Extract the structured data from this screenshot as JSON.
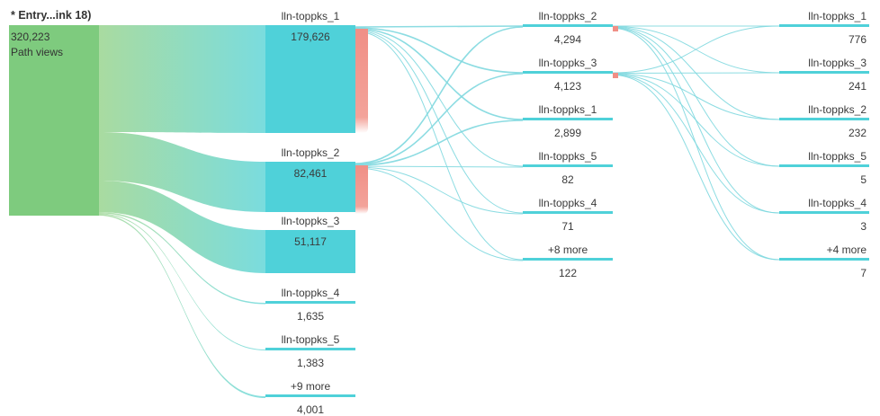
{
  "colors": {
    "root": "#7ecb7e",
    "node": "#4fd1d9",
    "node_light": "#a8e6ea",
    "link": "#7fd8df",
    "exit": "#f08f86",
    "text": "#3a3a3a"
  },
  "root": {
    "title": "* Entry...ink 18)",
    "value": "320,223",
    "caption": "Path views"
  },
  "chart_data": {
    "type": "flow",
    "root": {
      "label": "* Entry...ink 18)",
      "value": 320223,
      "caption": "Path views"
    },
    "columns": [
      {
        "nodes": [
          {
            "label": "lln-toppks_1",
            "value_text": "179,626",
            "value": 179626,
            "exit": true
          },
          {
            "label": "lln-toppks_2",
            "value_text": "82,461",
            "value": 82461,
            "exit": true
          },
          {
            "label": "lln-toppks_3",
            "value_text": "51,117",
            "value": 51117
          },
          {
            "label": "lln-toppks_4",
            "value_text": "1,635",
            "value": 1635
          },
          {
            "label": "lln-toppks_5",
            "value_text": "1,383",
            "value": 1383
          },
          {
            "label": "+9 more",
            "value_text": "4,001",
            "value": 4001
          }
        ]
      },
      {
        "nodes": [
          {
            "label": "lln-toppks_2",
            "value_text": "4,294",
            "value": 4294,
            "exit": true
          },
          {
            "label": "lln-toppks_3",
            "value_text": "4,123",
            "value": 4123,
            "exit": true
          },
          {
            "label": "lln-toppks_1",
            "value_text": "2,899",
            "value": 2899
          },
          {
            "label": "lln-toppks_5",
            "value_text": "82",
            "value": 82
          },
          {
            "label": "lln-toppks_4",
            "value_text": "71",
            "value": 71
          },
          {
            "label": "+8 more",
            "value_text": "122",
            "value": 122
          }
        ]
      },
      {
        "nodes": [
          {
            "label": "lln-toppks_1",
            "value_text": "776",
            "value": 776
          },
          {
            "label": "lln-toppks_3",
            "value_text": "241",
            "value": 241
          },
          {
            "label": "lln-toppks_2",
            "value_text": "232",
            "value": 232
          },
          {
            "label": "lln-toppks_5",
            "value_text": "5",
            "value": 5
          },
          {
            "label": "lln-toppks_4",
            "value_text": "3",
            "value": 3
          },
          {
            "label": "+4 more",
            "value_text": "7",
            "value": 7
          }
        ]
      }
    ]
  }
}
